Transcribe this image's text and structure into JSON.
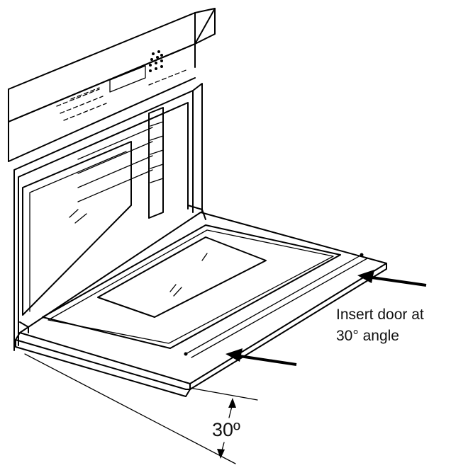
{
  "annotations": {
    "instruction_line1": "Insert door at",
    "instruction_line2": "30° angle",
    "angle_label": "30º"
  },
  "colors": {
    "stroke": "#000000",
    "background": "#ffffff"
  }
}
